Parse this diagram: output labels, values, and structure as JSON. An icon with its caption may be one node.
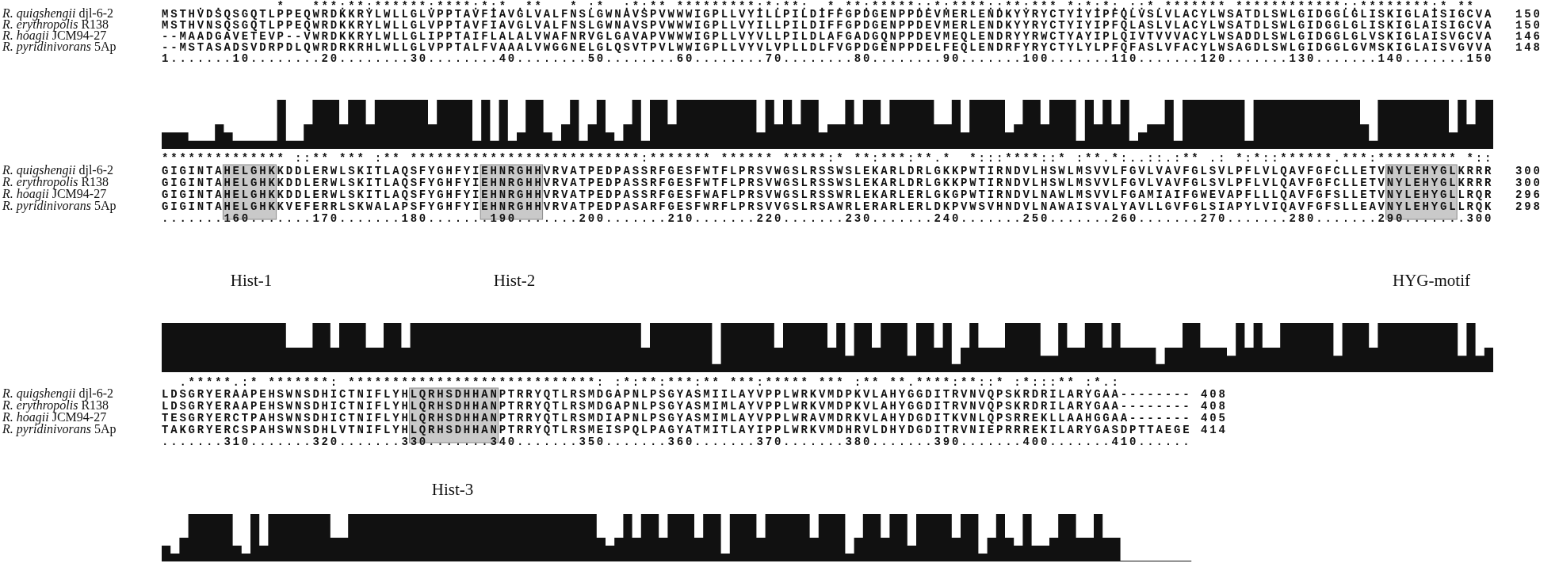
{
  "diagram": {
    "labels": [
      "    . .      *   ***:**:******:****:*:* .**   * :*  :*:** *********:*:**: .*.**:*****::*:****::**:*** *:*:*:.::*.******* ************::********:* **",
      "*R. quigshengii* djl-6-2",
      "MSTHVDSQSGQTLPPEQWRDKKRYLWLLGLVPPTAVFIAVGLVALFNSLGWNAVSPVWWWIGPLLVYILLPILDIFFGPDGENPPDEVMERLENDKYYRYCTYIYIPFQLVSLVLACYLWSATDLSWLGIDGGLGLISKIGLAISIGCVA",
      "150",
      "*R. erythropolis* R138",
      "MSTHVNSQSGQTLPPEQWRDKKRYLWLLGLVPPTAVFIAVGLVALFNSLGWNAVSPVWWWIGPLLVYILLPILDIFFGPDGENPPDEVMERLENDKYYRYCTYIYIPFQLASLVLACYLWSATDLSWLGIDGGLGLISKIGLAISIGCVA",
      "150",
      "*R. hoagii* JCM94-27",
      "--MAADGAVETEVP--VWRDKKRYLWLLGLIPPTAIFLALALVWAFNRVGLGAVAPVWWWIGPLLVYVLLPILDLAFGADGQNPPDEVMEQLENDRYYRWCTYAYIPLQIVTVVVACYLWSADDLSWLGIDGGLGLVSKIGLAISVGCVA",
      "146",
      "*R. pyridinivorans* 5Ap",
      "--MSTASADSVDRPDLQWRDRKRHLWLLGLVPPTALFVAAALVWGGNELGLQSVTPVLWWIGPLLVYVLVPLLDLFVGPDGENPPDELFEQLENDRFYRYCTYLYLPFQFASLVFACYLWSAGDLSWLGIDGGLGVMSKIGLAISVGVVA",
      "148",
      "1.......10........20........30........40........50........60........70........80........90.......100.......110.......120.......130.......140.......150",
      "************** ::** *** :** **************************:******* ****** *****:* **:***:**.*  *:::****::* :**.*:..::.:** .: *:*::******.***:********* *::",
      "*R. quigshengii* djl-6-2",
      "GIGINTAHELGHKKDDLERWLSKITLAQSFYGHFYIEHNRGHHVRVATPEDPASSRFGESFWTFLPRSVWGSLRSSWSLEKARLDRLGKKPWTIRNDVLHSWLMSVVLFGVLVAVFGLSVLPFLVLQAVFGFCLLETVNYLEHYGLKRRR",
      "300",
      "*R. erythropolis* R138",
      "GIGINTAHELGHKKDDLERWLSKITLAQSFYGHFYIEHNRGHHVRVATPEDPASSRFGESFWTFLPRSVWGSLRSSWSLEKARLDRLGKKPWTIRNDVLHSWLMSVVLFGVLVAVFGLSVLPFLVLQAVFGFCLLETVNYLEHYGLKRRR",
      "300",
      "*R. hoagii* JCM94-27",
      "GIGINTAHELGHKKDDLERWLSKITLAQSFYGHFYIEHNRGHHVRVATPEDPASSRFGESFWAFLPRSVWGSLRSSWRLEKARLERLGKGPWTIRNDVLNAWLMSVVLFGAMIAIFGWEVAPFLLLQAVFGFSLLETVNYLEHYGLLRQR",
      "296",
      "*R. pyridinivorans* 5Ap",
      "GIGINTAHELGHKKVEFERRLSKWALAPSFYGHFYIEHNRGHHVRVATPEDPASARFGESFWRFLPRSVVGSLRSAWRLERARLERLDKPVWSVHNDVLNAWAISVALYAVLLGVFGLSIAPYLVIQAVFGFSLLEAVNYLEHYGLLRQK",
      "298",
      ".......160.......170.......180.......190.......200.......210.......220.......230.......240.......250.......260.......270.......280.......290.......300",
      "Hist-1",
      "Hist-2",
      "HYG-motif",
      "  .*****.:* *******: ****************************: :*:**:***:** ***:***** *** :** **.****:**::* :*:::** :*.:",
      "*R. quigshengii* djl-6-2",
      "LDSGRYERAAPEHSWNSDHICTNIFLYHLQRHSDHHANPTRRYQTLRSMDGAPNLPSGYASMIILAYVPPLWRKVMDPKVLAHYGGDITRVNVQPSKRDRILARYGAA--------",
      "408",
      "*R. erythropolis* R138",
      "LDSGRYERAAPEHSWNSDHICTNIFLYHLQRHSDHHANPTRRYQTLRSMDGAPNLPSGYASMIMLAYVPPLWRKVMDPKVLAHYGGDITRVNVQPSKRDRILARYGAA--------",
      "408",
      "*R. hoagii* JCM94-27",
      "TESGRYERCTPAHSWNSDHICTNIFLYHLQRHSDHHANPTRRYQTLRSMDIAPNLPSGYASMIMLAYVPPLWRAVMDRKVLAHYDGDITKVNLQPSRREKLLAAHGGAA-------",
      "405",
      "*R. pyridinivorans* 5Ap",
      "TAKGRYERCSPAHSWNSDHLVTNIFLYHLQRHSDHHANPTRRYQTLRSMEISPQLPAGYATMITLAYIPPLWRKVMDHRVLDHYDGDITRVNIEPRRREKILARYGASDPTTAEGE",
      "414",
      ".......310.......320.......330.......340.......350.......360.......370.......380.......390.......400.......410......",
      "Hist-3"
    ]
  }
}
